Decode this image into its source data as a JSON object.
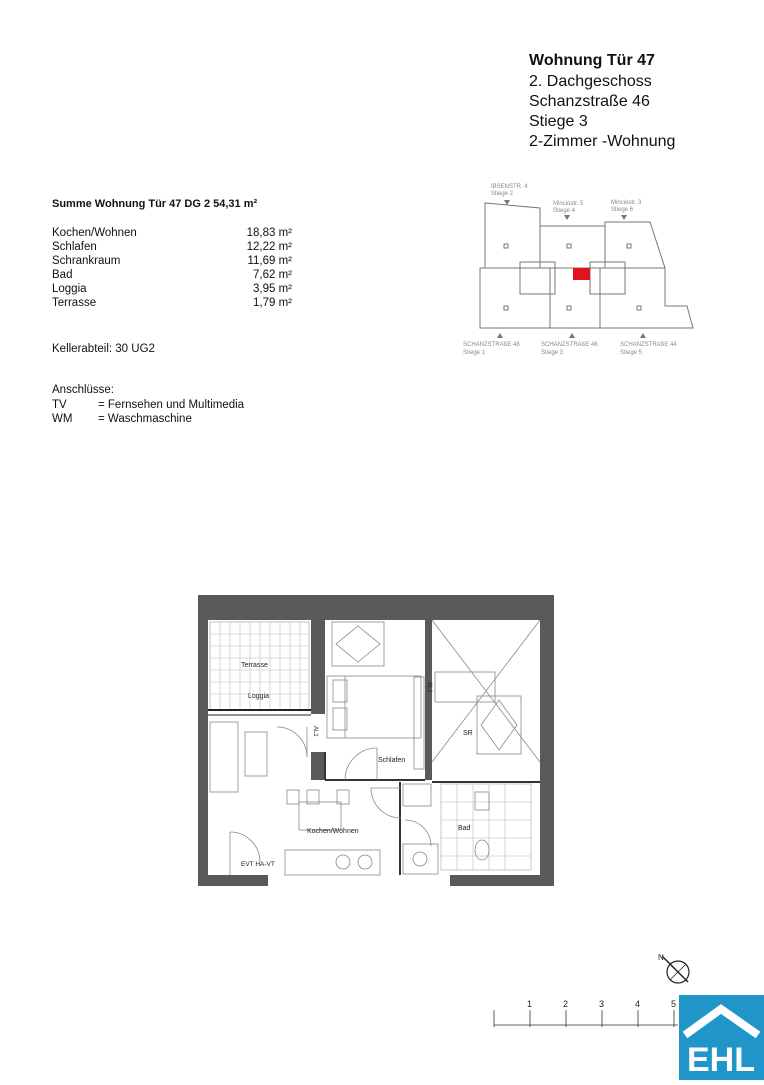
{
  "header": {
    "title": "Wohnung Tür 47",
    "floor": "2. Dachgeschoss",
    "address": "Schanzstraße 46",
    "staircase": "Stiege 3",
    "type": "2-Zimmer -Wohnung"
  },
  "summary": {
    "heading": "Summe Wohnung Tür 47 DG 2  54,31 m²",
    "rooms": [
      {
        "name": "Kochen/Wohnen",
        "area": "18,83 m²"
      },
      {
        "name": "Schlafen",
        "area": "12,22 m²"
      },
      {
        "name": "Schrankraum",
        "area": "11,69 m²"
      },
      {
        "name": "Bad",
        "area": "7,62 m²"
      },
      {
        "name": "Loggia",
        "area": "3,95 m²"
      },
      {
        "name": "Terrasse",
        "area": "1,79 m²"
      }
    ],
    "storage": "Kellerabteil: 30 UG2"
  },
  "connections": {
    "heading": "Anschlüsse:",
    "items": [
      {
        "code": "TV",
        "text": "= Fernsehen und Multimedia"
      },
      {
        "code": "WM",
        "text": "= Waschmaschine"
      }
    ]
  },
  "site_plan": {
    "streets_top": [
      {
        "l1": "IBSENSTR. 4",
        "l2": "Stiege 2"
      },
      {
        "l1": "Minciostr. 5",
        "l2": "Stiege 4"
      },
      {
        "l1": "Minciostr. 3",
        "l2": "Stiege 6"
      }
    ],
    "streets_bottom": [
      {
        "l1": "SCHANZSTRAßE 48",
        "l2": "Stiege 1"
      },
      {
        "l1": "SCHANZSTRAßE 46",
        "l2": "Stiege 3"
      },
      {
        "l1": "SCHANZSTRAßE 44",
        "l2": "Stiege 5"
      }
    ],
    "highlight_color": "#e0141e"
  },
  "floor_plan": {
    "labels": {
      "terrace": "Terrasse",
      "loggia": "Loggia",
      "bedroom": "Schlafen",
      "storage_room": "SR",
      "living": "Kochen/Wohnen",
      "bath": "Bad",
      "evt": "EVT HA-VT",
      "al1": "AL1",
      "al2": "AL1"
    }
  },
  "scale": {
    "ticks": [
      "1",
      "2",
      "3",
      "4",
      "5"
    ]
  },
  "compass_label": "N",
  "logo": {
    "text": "EHL",
    "color": "#1f95c9"
  }
}
